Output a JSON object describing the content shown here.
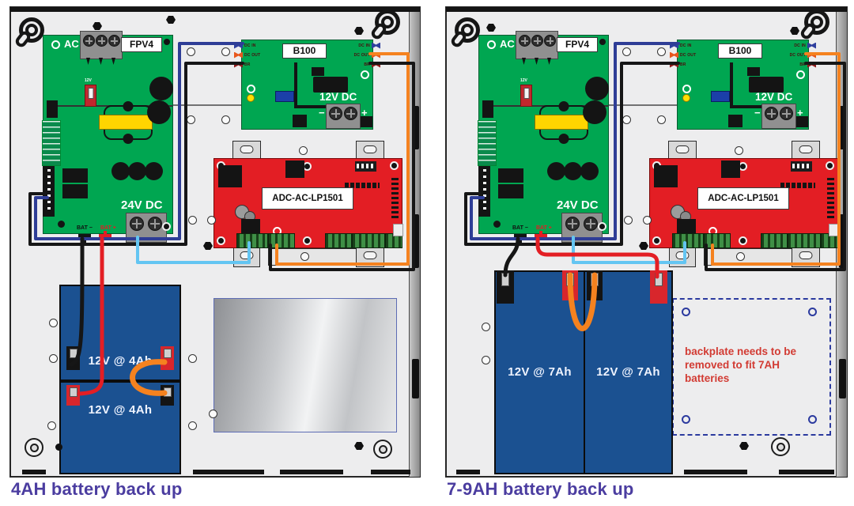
{
  "captions": {
    "left": "4AH battery back up",
    "right": "7-9AH battery back up"
  },
  "board_labels": {
    "ac_in": "AC IN",
    "psu_model": "FPV4",
    "psu_jumper": "12V",
    "psu_output": "24V DC",
    "bat_neg": "BAT −",
    "bat_pos": "BAT +",
    "b100_model": "B100",
    "dc_in": "DC IN",
    "dc_out": "DC OUT",
    "br": "BR",
    "b100_output": "12V DC",
    "minus": "−",
    "plus": "+",
    "controller_model": "ADC-AC-LP1501"
  },
  "panels": [
    {
      "battery_top": "12V @ 4Ah",
      "battery_bottom": "12V @ 4Ah"
    },
    {
      "battery_left": "12V @ 7Ah",
      "battery_right": "12V @ 7Ah",
      "note_line1": "backplate needs to be",
      "note_line2": "removed to fit 7AH batteries"
    }
  ],
  "icons": {
    "keyhole-mount": "concentric-circles-with-slot",
    "screw-hole": "small-circle",
    "grommet": "double-ring-circle",
    "hex-nut": "black-hexagon",
    "terminal-screw": "circle-with-cross",
    "wire-connector": "bowtie-shape"
  },
  "colors": {
    "board_green": "#00a651",
    "controller_red": "#e31e24",
    "battery_blue": "#1b5191",
    "wire_orange": "#f5821f",
    "wire_navy": "#2e3d96",
    "wire_lightblue": "#63c5f2",
    "wire_red": "#e31e24",
    "wire_black": "#161616",
    "transformer_yellow": "#ffd500",
    "caption_purple": "#4b3da0",
    "note_red": "#d23b33",
    "backplate_border": "#5d6cb4"
  }
}
